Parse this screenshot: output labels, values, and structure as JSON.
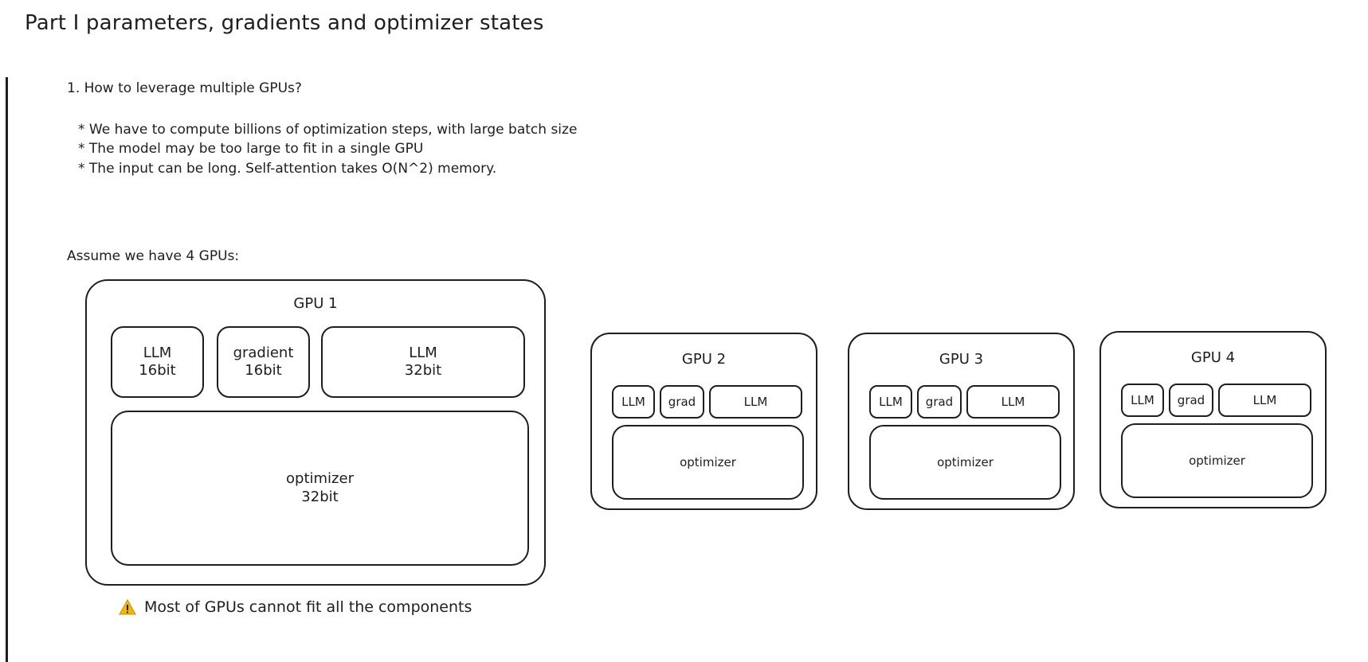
{
  "heading": "Part I parameters, gradients and optimizer states",
  "question": "1. How to leverage multiple GPUs?",
  "bullets": [
    "* We have to compute billions of optimization steps, with large batch size",
    "* The model may be too large to fit in a single GPU",
    "* The input can be long. Self-attention takes O(N^2) memory."
  ],
  "assume": "Assume we have 4 GPUs:",
  "gpu1": {
    "title": "GPU 1",
    "llm16": {
      "line1": "LLM",
      "line2": "16bit"
    },
    "grad16": {
      "line1": "gradient",
      "line2": "16bit"
    },
    "llm32": {
      "line1": "LLM",
      "line2": "32bit"
    },
    "optimizer": {
      "line1": "optimizer",
      "line2": "32bit"
    }
  },
  "gpus_small": [
    {
      "title": "GPU 2",
      "llm": "LLM",
      "grad": "grad",
      "llm2": "LLM",
      "optimizer": "optimizer"
    },
    {
      "title": "GPU 3",
      "llm": "LLM",
      "grad": "grad",
      "llm2": "LLM",
      "optimizer": "optimizer"
    },
    {
      "title": "GPU 4",
      "llm": "LLM",
      "grad": "grad",
      "llm2": "LLM",
      "optimizer": "optimizer"
    }
  ],
  "warning": {
    "icon": "warning-icon",
    "text": "Most of GPUs cannot fit all the components",
    "color": "#f2b705"
  }
}
